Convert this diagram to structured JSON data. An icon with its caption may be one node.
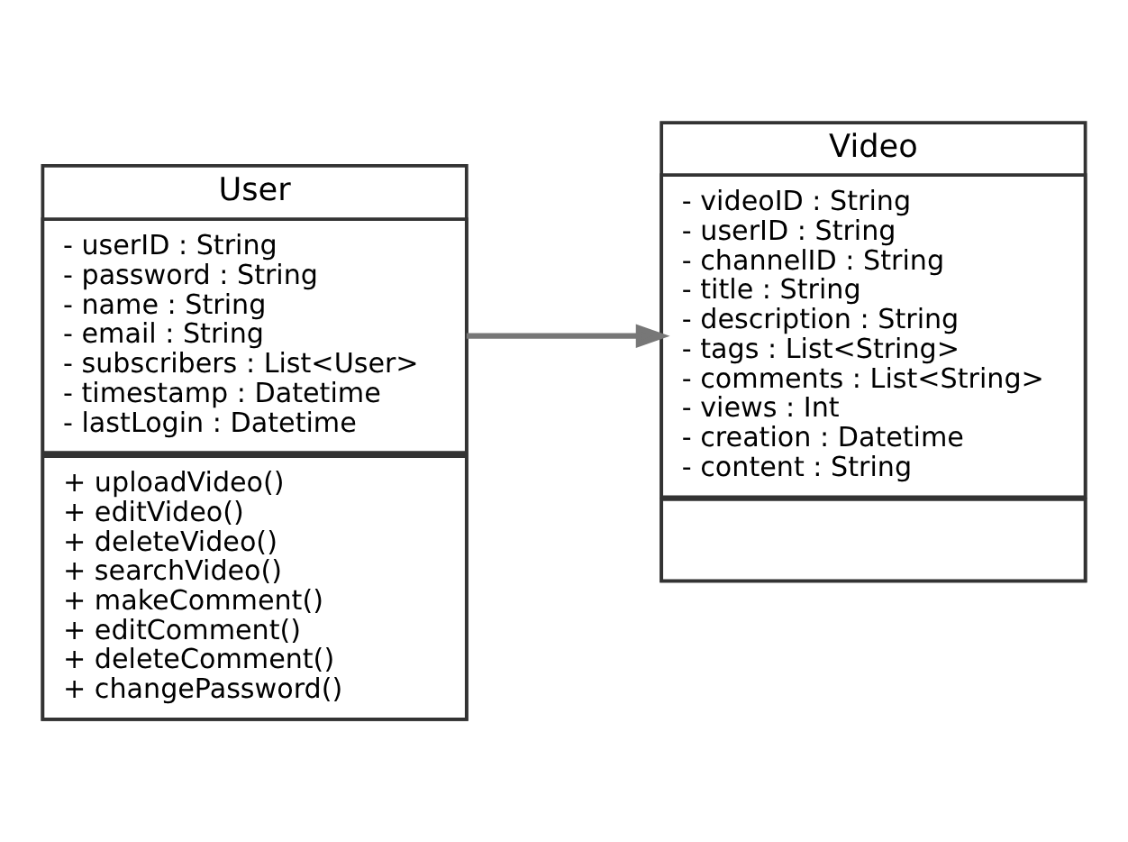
{
  "diagram": {
    "nodes": [
      {
        "text": [
          "User"
        ]
      },
      {
        "text": [
          "- userID : String",
          "- password : String",
          "- name : String",
          "- email : String",
          "- subscribers : List<User>",
          "- timestamp : Datetime",
          "- lastLogin : Datetime"
        ],
        "in": 0
      },
      {
        "text": [
          "+ uploadVideo()",
          "+ editVideo()",
          "+ deleteVideo()",
          "+ searchVideo()",
          "+ makeComment()",
          "+ editComment()",
          "+ deleteComment()",
          "+ changePassword()"
        ],
        "in": 0
      },
      {
        "text": [
          "Video"
        ]
      },
      {
        "text": [
          "- videoID : String",
          "- userID : String",
          "- channelID : String",
          "- title : String",
          "- description : String",
          "- tags : List<String>",
          "- comments : List<String>",
          "- views : Int",
          "- creation : Datetime",
          "- content : String"
        ],
        "in": 3
      },
      {
        "text": [],
        "shape": "box",
        "in": 3
      }
    ],
    "edges": [
      {
        "from": 1,
        "to": 4,
        "arrow": "to"
      }
    ]
  }
}
